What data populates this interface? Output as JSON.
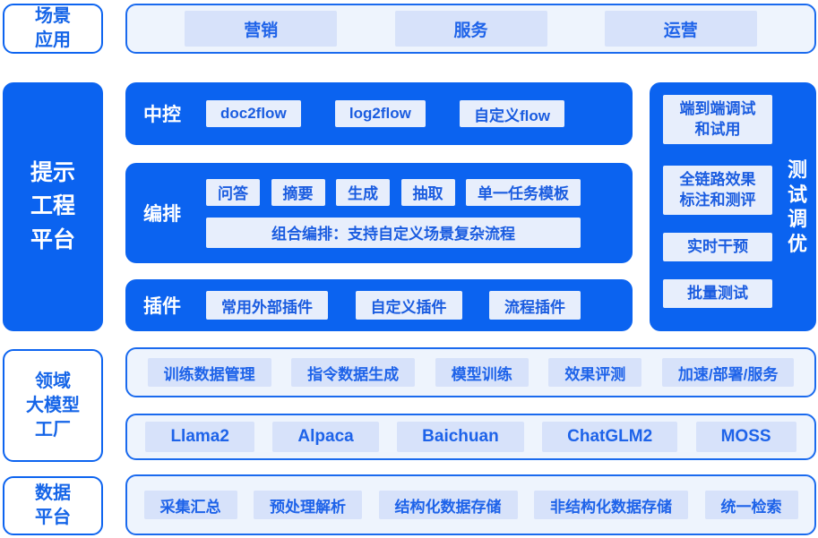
{
  "colors": {
    "primary_blue": "#0b63f0",
    "container_bg": "#eef4fd",
    "chip_bg": "#d7e2fa",
    "chip_text": "#1e63e9",
    "chip_on_blue_bg": "#e7eefc",
    "white": "#ffffff"
  },
  "scene": {
    "label": "场景\n应用",
    "items": [
      "营销",
      "服务",
      "运营"
    ]
  },
  "platform": {
    "label": "提示\n工程\n平台",
    "rows": [
      {
        "label": "中控",
        "items": [
          "doc2flow",
          "log2flow",
          "自定义flow"
        ]
      },
      {
        "label": "编排",
        "items": [
          "问答",
          "摘要",
          "生成",
          "抽取",
          "单一任务模板"
        ],
        "wide_item": "组合编排：支持自定义场景复杂流程"
      },
      {
        "label": "插件",
        "items": [
          "常用外部插件",
          "自定义插件",
          "流程插件"
        ]
      }
    ]
  },
  "testing": {
    "label": "测\n试\n调\n优",
    "items": [
      "端到端调试\n和试用",
      "全链路效果\n标注和测评",
      "实时干预",
      "批量测试"
    ]
  },
  "model_factory": {
    "label": "领域\n大模型\n工厂",
    "row1": [
      "训练数据管理",
      "指令数据生成",
      "模型训练",
      "效果评测",
      "加速/部署/服务"
    ],
    "row2": [
      "Llama2",
      "Alpaca",
      "Baichuan",
      "ChatGLM2",
      "MOSS"
    ]
  },
  "data_platform": {
    "label": "数据\n平台",
    "items": [
      "采集汇总",
      "预处理解析",
      "结构化数据存储",
      "非结构化数据存储",
      "统一检索"
    ]
  }
}
